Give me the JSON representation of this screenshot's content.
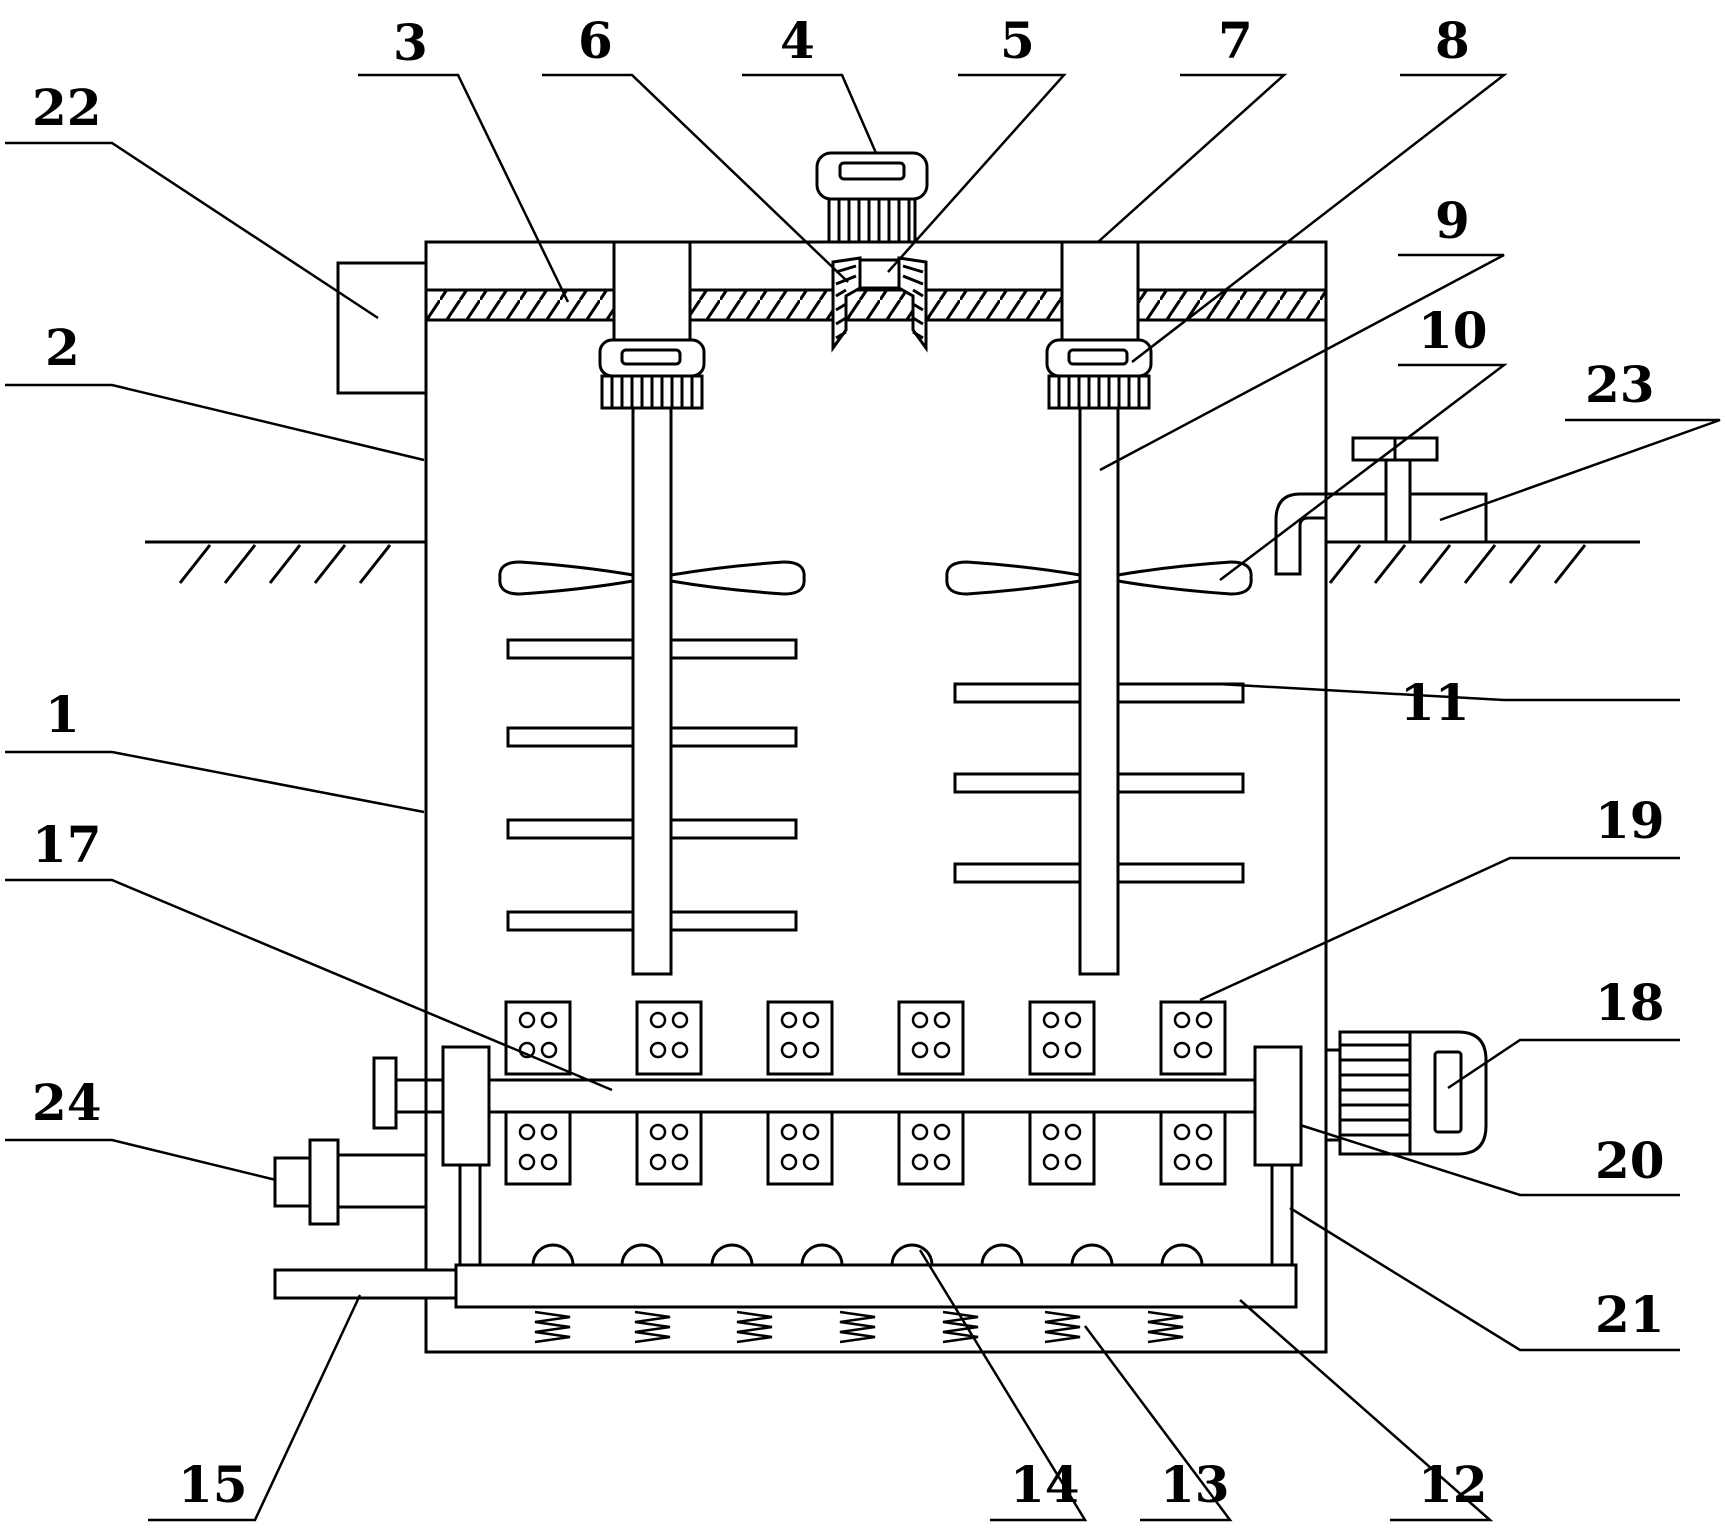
{
  "colors": {
    "line": "#000000",
    "background": "#ffffff"
  },
  "labels": {
    "l1": "1",
    "l2": "2",
    "l3": "3",
    "l4": "4",
    "l5": "5",
    "l6": "6",
    "l7": "7",
    "l8": "8",
    "l9": "9",
    "l10": "10",
    "l11": "11",
    "l12": "12",
    "l13": "13",
    "l14": "14",
    "l15": "15",
    "l17": "17",
    "l18": "18",
    "l19": "19",
    "l20": "20",
    "l21": "21",
    "l22": "22",
    "l23": "23",
    "l24": "24"
  }
}
